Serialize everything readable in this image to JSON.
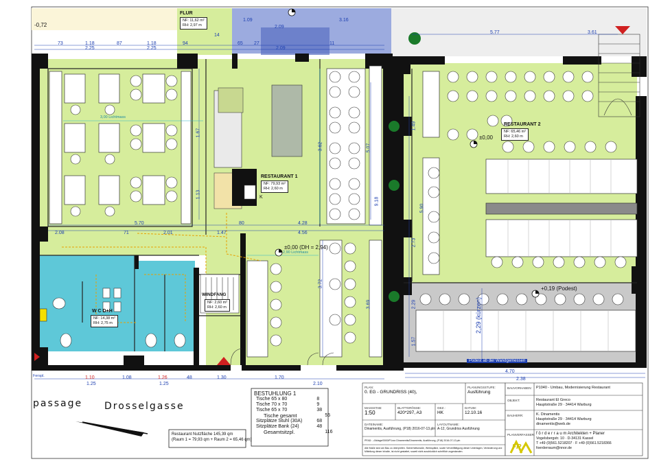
{
  "plan": {
    "colors": {
      "dining": "#d6ed9c",
      "wc": "#5ec8d8",
      "hall": "#7b8fd4",
      "podest": "#c9c9c9",
      "wall": "#111111",
      "dimension": "#1d3fb0",
      "escape": "#e8a000",
      "red": "#d02020"
    },
    "levels": {
      "top_left": "-0,72",
      "rest1": "±0,00 (DH = 2,94)",
      "rest2": "±0,00",
      "podest": "+0,19 (Podest)"
    },
    "labels": {
      "lichtmass_left": "3,00 Lichtmass",
      "lichtmass_center": "2,90 Lichtmass",
      "kuerzen": "2,29 (kürzen)",
      "podest_note": "Podest ab der Wandgemessen",
      "k_mark": "K",
      "ferspl_note": "Ferspl."
    },
    "rooms": {
      "flur": {
        "name": "FLUR",
        "nf": "NF: 11,62 m²",
        "rh": "RH: 2,97 m"
      },
      "restaurant1": {
        "name": "RESTAURANT 1",
        "nf": "NF: 79,93 m²",
        "rh": "RH: 2,60 m"
      },
      "restaurant2": {
        "name": "RESTAURANT 2",
        "nf": "NF: 65,46 m²",
        "rh": "RH: 2,60 m"
      },
      "wc": {
        "name": "W C D+H",
        "nf": "NF: 14,38 m²",
        "rh": "RH: 2,75 m"
      },
      "windfang": {
        "name": "WINDFANG",
        "nf": "NF: 2,60 m²",
        "rh": "RH: 2,60 m"
      }
    },
    "streets": {
      "left": "passage",
      "main": "Drosselgasse"
    },
    "dims": {
      "top": [
        "73",
        "1.18",
        "87",
        "1.18",
        "94",
        "2.25",
        "2.25",
        "1.09",
        "3.16",
        "2.09",
        "65",
        "27",
        "2.09",
        "11",
        "5.77",
        "3.61",
        "14"
      ],
      "mid": [
        "5.70",
        "4.28",
        "2.08",
        "2.01",
        "1.47",
        "80",
        "4.56",
        "71"
      ],
      "bottom": [
        "1.10",
        "1.25",
        "1.08",
        "1.26",
        "1.25",
        "48",
        "1.30",
        "1.70",
        "2.10",
        "4.70",
        "2.38"
      ],
      "vertical": [
        "1.67",
        "3.62",
        "1.13",
        "3.72",
        "3.69",
        "5.07",
        "9.18",
        "1.49",
        "2.73",
        "5.90",
        "2.29",
        "1.57"
      ]
    }
  },
  "bestuhlung": {
    "title": "BESTUHLUNG 1",
    "rows": [
      {
        "label": "Tische 65 x 80",
        "value": "8"
      },
      {
        "label": "Tische 70 x 70",
        "value": "9"
      },
      {
        "label": "Tische 65 x 70",
        "value": "38"
      },
      {
        "label": "Tische gesamt",
        "value": "55"
      },
      {
        "label": "Sitzplätze Stuhl (30A)",
        "value": "68"
      },
      {
        "label": "Sitzplätze Bank (24)",
        "value": "48"
      },
      {
        "label": "Gesamtsitzpl.",
        "value": "116"
      }
    ]
  },
  "nutzflaeche": {
    "line1": "Restaurant Nutzfläche    145,39 qm",
    "line2": "(Raum 1 = 79,93 qm + Raum 2 = 65,46 qm)"
  },
  "titleblock": {
    "plan_label": "PLAN:",
    "plan_value": "0. EG - GRUNDRISS (40),",
    "stufe_label": "PLANUNGSSTUFE:",
    "stufe_value": "Ausführung",
    "massstab_label": "MASSSTAB:",
    "massstab_value": "1:50",
    "format_label": "BLATTGRÖSSE:",
    "format_value": "420*297, A3",
    "gez_label": "GEZ.:",
    "gez_value": "HK",
    "datum_label": "DATUM:",
    "datum_value": "12.10.16",
    "datei_label": "DATEINAME:",
    "datei_value": "Dinamentis, Ausführung, (P18) 2016-07-13.pln",
    "layout_label": "LAYOUTNAME:",
    "layout_value": "A-12, Grundriss Ausführung",
    "pfad": "PFAD: ../Ablage/0000/P1xxx Dinamentis/Dinamentis, Ausführung, (P18) 2016-07-13.pln",
    "hinweis1": "Alle Maße sind am Bau zu überprüfen. Sicherheitsmaße, Werkspläne, sowie Vervielfältigung dieser Unterlagen, Veränderung und",
    "hinweis2": "Mitteilung dieser Inhalte, ist nicht gestattet, soweit nicht ausdrücklich schriftlich zugestanden.",
    "bv_label": "BAUVORHABEN:",
    "bv_value": "P1040 - Umbau, Modernisierung Restaurant",
    "objekt_label": "OBJEKT:",
    "objekt_value1": "Restaurant El Greco",
    "objekt_value2": "Hauptstraße 29 · 34414 Warburg",
    "bauherr_label": "BAUHERR:",
    "bauherr_value1": "K. Dinamentis",
    "bauherr_value2": "Hauptstraße 29 · 34414 Warburg",
    "bauherr_value3": "dinamentis@web.de",
    "verfasser_label": "PLANVERFASSER:",
    "verfasser_value1": "f ö r d e r r a u m   Architekten + Planer",
    "verfasser_value2": "Vogelsbergstr. 10 · D-34131 Kassel",
    "verfasser_value3": "T +49 (0)561.5218207 · F +49 (0)561.5218366",
    "verfasser_value4": "foerderraum@nnor.de",
    "logo": "FR"
  }
}
